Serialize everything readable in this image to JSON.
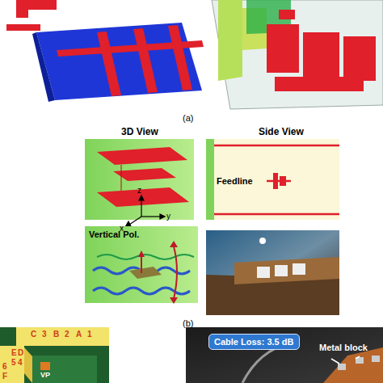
{
  "diagram": {
    "nodes": [
      {
        "text": [
          "Cable Loss: 3.5 dB"
        ]
      }
    ],
    "labels": [
      "(a)",
      "3D View",
      "Side View",
      "Feedline",
      "z",
      "x",
      "y",
      "Vertical Pol.",
      "(b)",
      "C",
      "3",
      "B",
      "2",
      "A",
      "1",
      "E",
      "5",
      "D",
      "4",
      "6",
      "F",
      "VP",
      "Metal block"
    ]
  }
}
